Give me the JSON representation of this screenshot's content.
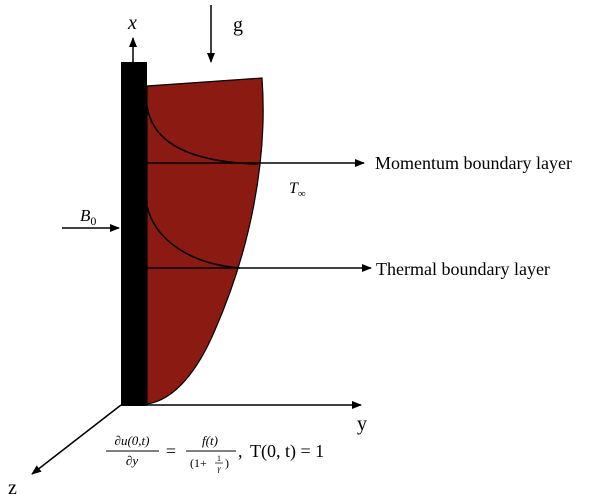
{
  "axes": {
    "x_label": "x",
    "y_label": "y",
    "z_label": "z"
  },
  "gravity_label": "g",
  "magnetic_field": {
    "symbol": "B",
    "subscript": "0"
  },
  "ambient_temperature": {
    "symbol": "T",
    "subscript": "∞"
  },
  "annotations": {
    "momentum": "Momentum boundary layer",
    "thermal": "Thermal boundary layer"
  },
  "boundary_condition": {
    "lhs_numerator": "∂u(0,t)",
    "lhs_denominator": "∂y",
    "equals": "=",
    "rhs_numerator": "f(t)",
    "rhs_denominator_open": "(1+",
    "rhs_frac_num": "1",
    "rhs_frac_den": "γ",
    "rhs_denominator_close": ")",
    "comma": ",",
    "second_condition": "T(0, t) = 1"
  },
  "colors": {
    "wall": "#000000",
    "fluid_region": "#8b1a12",
    "lines": "#000000"
  }
}
